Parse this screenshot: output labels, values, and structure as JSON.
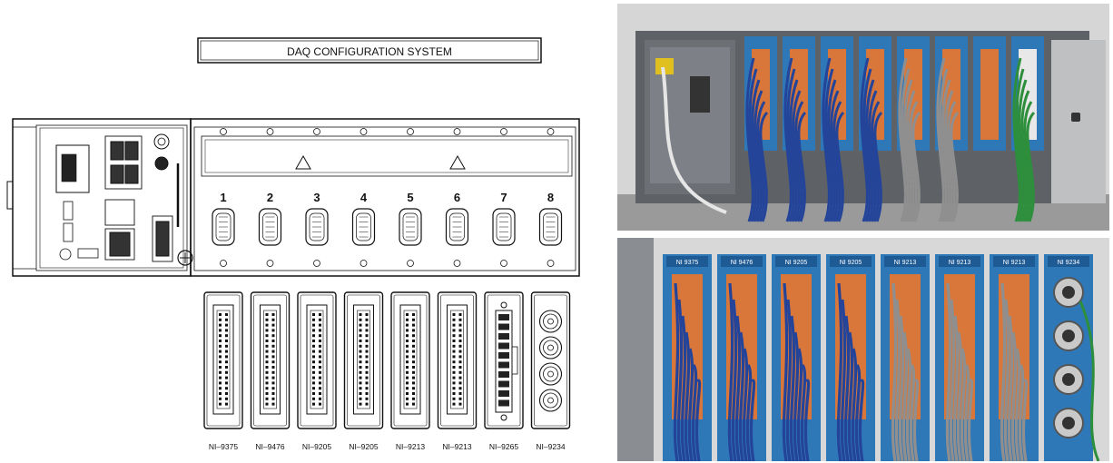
{
  "title": "DAQ CONFIGURATION SYSTEM",
  "slot_numbers": [
    "1",
    "2",
    "3",
    "4",
    "5",
    "6",
    "7",
    "8"
  ],
  "modules": [
    {
      "model": "NI–9375",
      "connector": "dsub"
    },
    {
      "model": "NI–9476",
      "connector": "dsub"
    },
    {
      "model": "NI–9205",
      "connector": "dsub"
    },
    {
      "model": "NI–9205",
      "connector": "dsub"
    },
    {
      "model": "NI–9213",
      "connector": "dsub"
    },
    {
      "model": "NI–9213",
      "connector": "dsub"
    },
    {
      "model": "NI–9265",
      "connector": "terminal"
    },
    {
      "model": "NI–9234",
      "connector": "bnc"
    }
  ],
  "photos": {
    "top": {
      "description": "photo-installed-chassis-angled",
      "modules": [
        {
          "wire": "blue"
        },
        {
          "wire": "blue"
        },
        {
          "wire": "blue"
        },
        {
          "wire": "blue"
        },
        {
          "wire": "gray"
        },
        {
          "wire": "gray"
        },
        {
          "wire": "none"
        },
        {
          "wire": "green"
        }
      ]
    },
    "bottom": {
      "module_labels": [
        "NI 9375",
        "NI 9476",
        "NI 9205",
        "NI 9205",
        "NI 9213",
        "NI 9213",
        "NI 9213",
        "NI 9234"
      ]
    }
  },
  "colors": {
    "line": "#111111",
    "module_blue": "#2f78b8",
    "module_label_bg": "#1e5a94",
    "orange_terminal": "#d9773a",
    "wire_blue": "#24449a",
    "wire_gray": "#8f8f8f",
    "wire_green": "#2d8f3c",
    "rack_gray": "#5e6166",
    "background_wall": "#d8d8d8"
  }
}
